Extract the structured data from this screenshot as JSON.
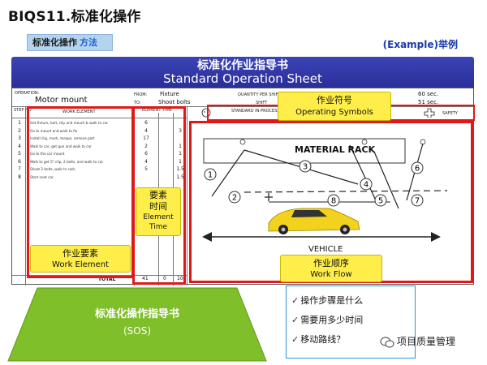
{
  "header": {
    "title": "BIQS11.标准化操作",
    "tag_left": "标准化操作",
    "tag_right": "方法",
    "example": "(Example)举例"
  },
  "banner": {
    "cn": "标准化作业指导书",
    "en": "Standard Operation Sheet"
  },
  "sheet": {
    "operation_label": "OPERATION:",
    "operation_value": "Motor mount",
    "from_label": "FROM:",
    "from_value": "Fixture",
    "to_label": "TO:",
    "to_value": "Shoot bolts",
    "qty_label": "QUANTITY PER SHIFT",
    "shift_label": "SHIFT",
    "takt_value": "60 sec.",
    "cycle_value": "51 sec.",
    "element_time_header": "ELEMENT TIME",
    "work_element_header": "WORK ELEMENT",
    "step_header": "STEP NO",
    "standard_wip": "STANDARD IN-PROCESS STOCK",
    "safety": "SAFETY",
    "steps": [
      "1",
      "2",
      "3",
      "4",
      "5",
      "6",
      "7",
      "8"
    ],
    "work_elements": [
      "Get fixture, bolt, clip and mount & walk to car",
      "Go to mount and walk to fix",
      "Install clip, mark, torque, remove part",
      "Walk to car, get gun and walk to car",
      "Go to the car mount",
      "Walk to get 5\" clip, 2 bolts, and walk to car",
      "Shoot 2 bolts, walk to rack",
      "Start next car"
    ],
    "time_col1": [
      "6",
      "4",
      "17",
      "2",
      "6",
      "4",
      "5",
      ""
    ],
    "time_col2": [
      "",
      "3",
      "",
      "1",
      "1",
      "1",
      "1.5",
      "1.5"
    ],
    "total_label": "TOTAL",
    "totals": [
      "41",
      "0",
      "10"
    ],
    "material_rack": "MATERIAL RACK",
    "vehicle": "VEHICLE",
    "flow_numbers": [
      "1",
      "2",
      "3",
      "4",
      "5",
      "6",
      "7",
      "8"
    ]
  },
  "labels": {
    "operating_symbols_cn": "作业符号",
    "operating_symbols_en": "Operating Symbols",
    "element_time_cn1": "要素",
    "element_time_cn2": "时间",
    "element_time_en1": "Element",
    "element_time_en2": "Time",
    "work_element_cn": "作业要素",
    "work_element_en": "Work Element",
    "work_flow_cn": "作业顺序",
    "work_flow_en": "Work Flow"
  },
  "sos": {
    "cn": "标准化操作指导书",
    "en": "(SOS)"
  },
  "questions": [
    "操作步骤是什么",
    "需要用多少时间",
    "移动路线？"
  ],
  "watermark": "项目质量管理",
  "colors": {
    "banner": "#2f35a6",
    "highlight_red": "#e01818",
    "label_yellow": "#ffee4a",
    "trapezoid_green": "#7fbf2a",
    "question_border": "#2d92d8"
  }
}
